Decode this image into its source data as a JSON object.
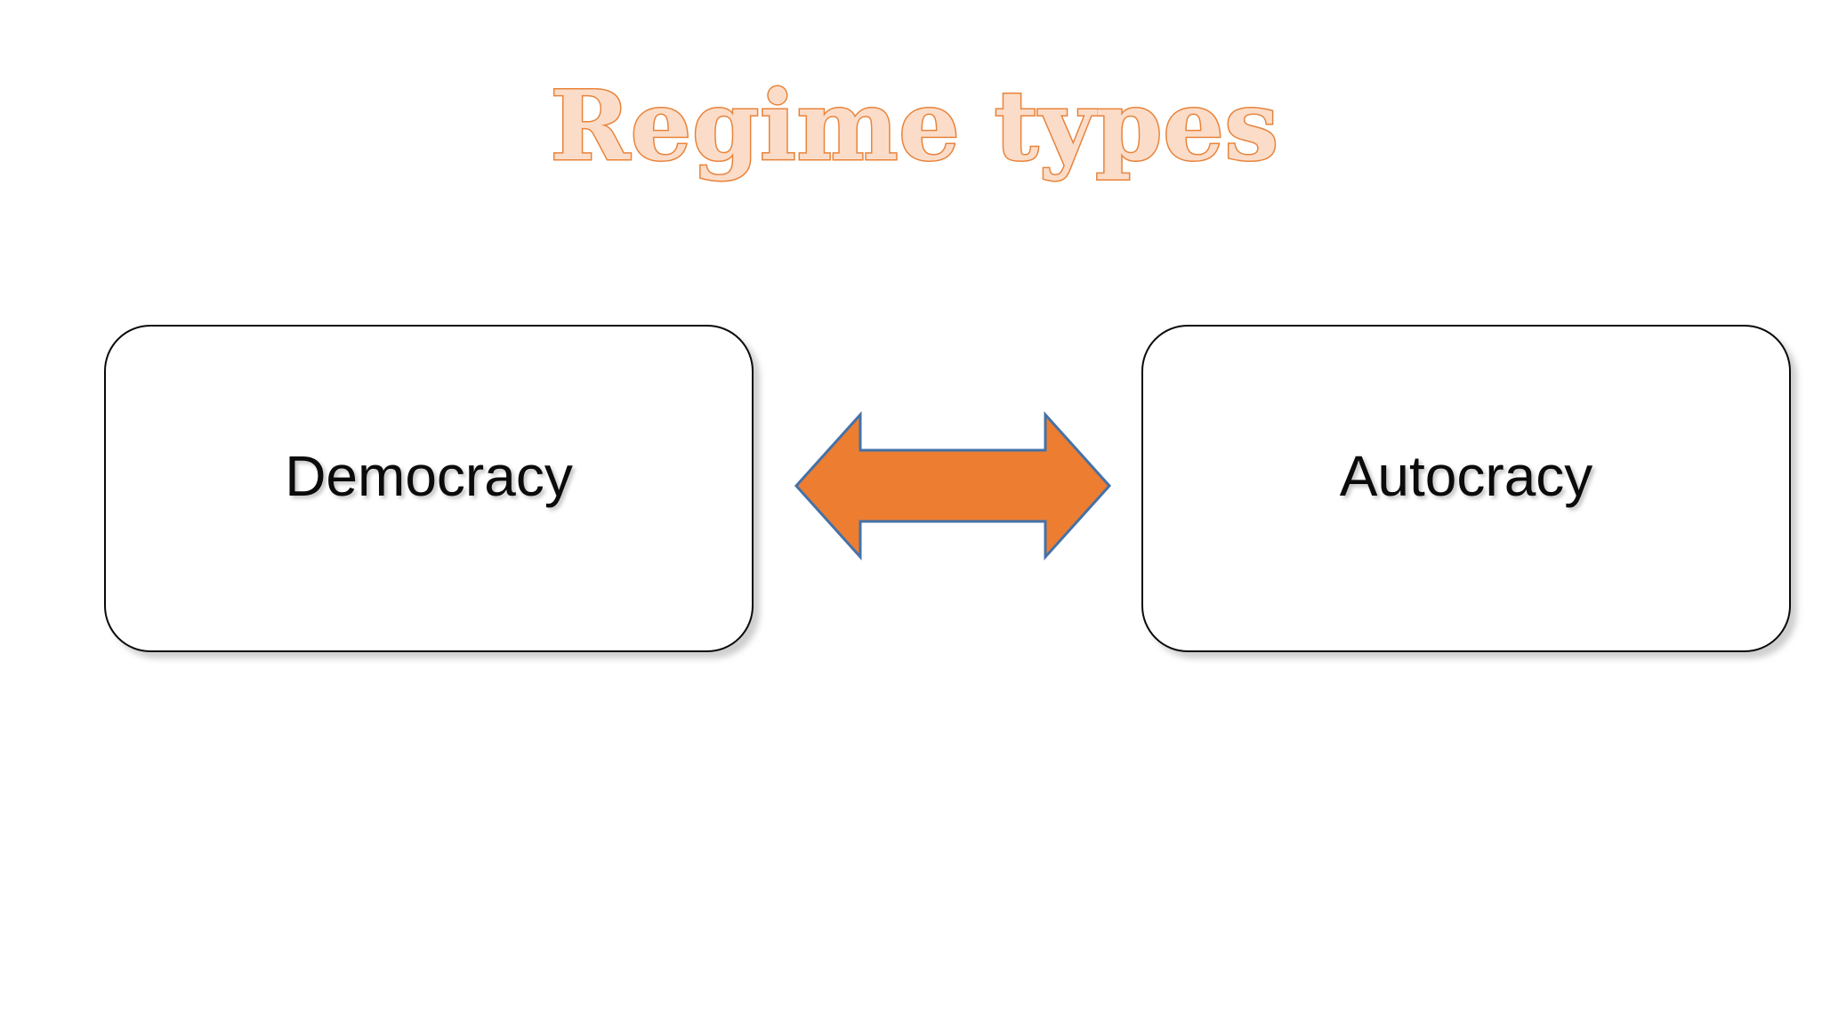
{
  "slide": {
    "background_color": "#FFFFFF",
    "title": {
      "text": "Regime types",
      "fill_color": "#FBDCC8",
      "outline_color": "#E8833A"
    },
    "boxes": [
      {
        "id": "democracy",
        "label": "Democracy",
        "fill_color": "#FFFFFF",
        "border_color": "#0A0A0A",
        "text_color": "#0B0B0B"
      },
      {
        "id": "autocracy",
        "label": "Autocracy",
        "fill_color": "#FFFFFF",
        "border_color": "#0A0A0A",
        "text_color": "#0B0B0B"
      }
    ],
    "arrow": {
      "icon": "double-headed-arrow-icon",
      "direction": "left-right",
      "fill_color": "#ED7D31",
      "outline_color": "#4472A8"
    }
  }
}
